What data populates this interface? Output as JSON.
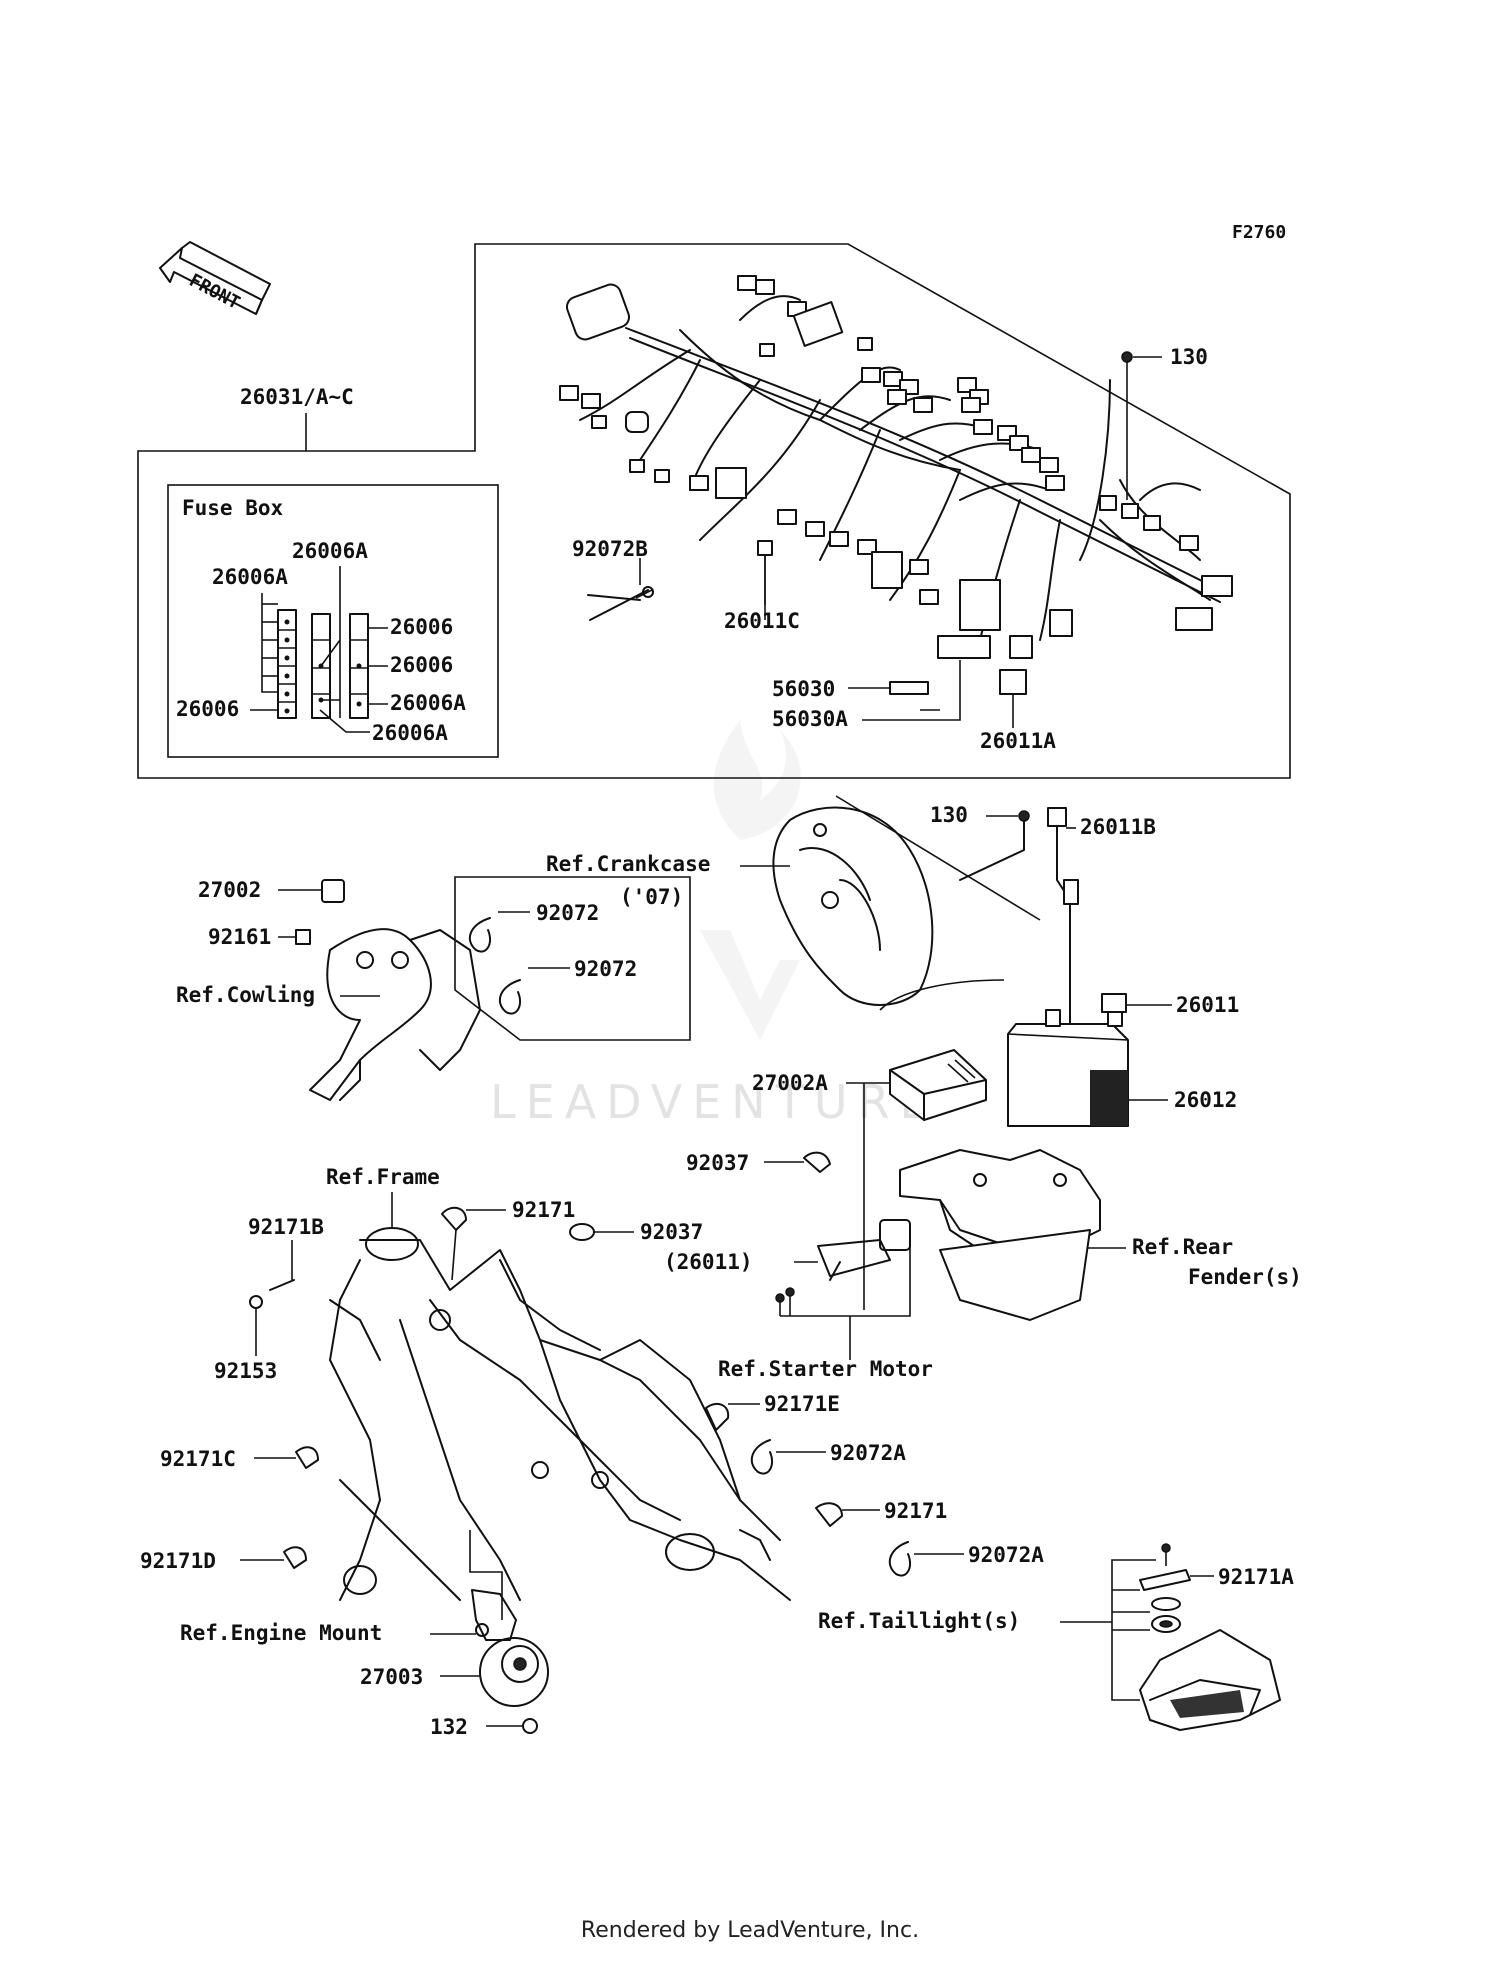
{
  "diagram_code": "F2760",
  "front_label": "FRONT",
  "watermark": "LEADVENTURE",
  "footer": "Rendered by LeadVenture, Inc.",
  "fuse_box": {
    "title": "Fuse Box",
    "labels": [
      "26006A",
      "26006A",
      "26006",
      "26006",
      "26006A",
      "26006",
      "26006A"
    ]
  },
  "labels": {
    "harness": "26031/A~C",
    "p130_top": "130",
    "p92072B": "92072B",
    "p26011C": "26011C",
    "p56030": "56030",
    "p56030A": "56030A",
    "p26011A": "26011A",
    "p130_mid": "130",
    "p26011B": "26011B",
    "ref_crankcase": "Ref.Crankcase",
    "year_07": "('07)",
    "p92072_a": "92072",
    "p92072_b": "92072",
    "p27002": "27002",
    "p92161": "92161",
    "ref_cowling": "Ref.Cowling",
    "p26011": "26011",
    "p27002A": "27002A",
    "p26012": "26012",
    "p92037_a": "92037",
    "ref_frame": "Ref.Frame",
    "p92171_a": "92171",
    "p92037_b": "92037",
    "p26011_paren": "(26011)",
    "ref_rear_fender_1": "Ref.Rear",
    "ref_rear_fender_2": "Fender(s)",
    "p92171B": "92171B",
    "p92153": "92153",
    "ref_starter_motor": "Ref.Starter Motor",
    "p92171E": "92171E",
    "p92072A_a": "92072A",
    "p92171C": "92171C",
    "p92171_b": "92171",
    "p92072A_b": "92072A",
    "p92171D": "92171D",
    "p92171A": "92171A",
    "ref_engine_mount": "Ref.Engine Mount",
    "ref_taillight": "Ref.Taillight(s)",
    "p27003": "27003",
    "p132": "132"
  }
}
